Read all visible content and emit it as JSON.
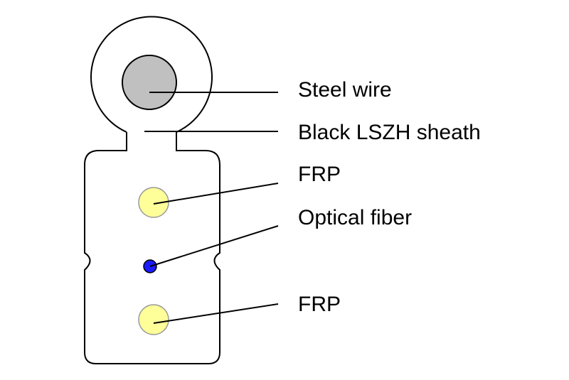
{
  "diagram": {
    "labels": {
      "steel_wire": "Steel wire",
      "sheath": "Black LSZH sheath",
      "frp_top": "FRP",
      "optical_fiber": "Optical fiber",
      "frp_bottom": "FRP"
    },
    "colors": {
      "outline": "#000000",
      "steel_wire_fill": "#c0c0c0",
      "frp_fill": "#ffff99",
      "fiber_fill": "#1a1aff",
      "background": "#ffffff"
    },
    "icons": {
      "steel_wire": "steel-wire-icon",
      "frp": "frp-rod-icon",
      "fiber": "optical-fiber-icon"
    }
  }
}
